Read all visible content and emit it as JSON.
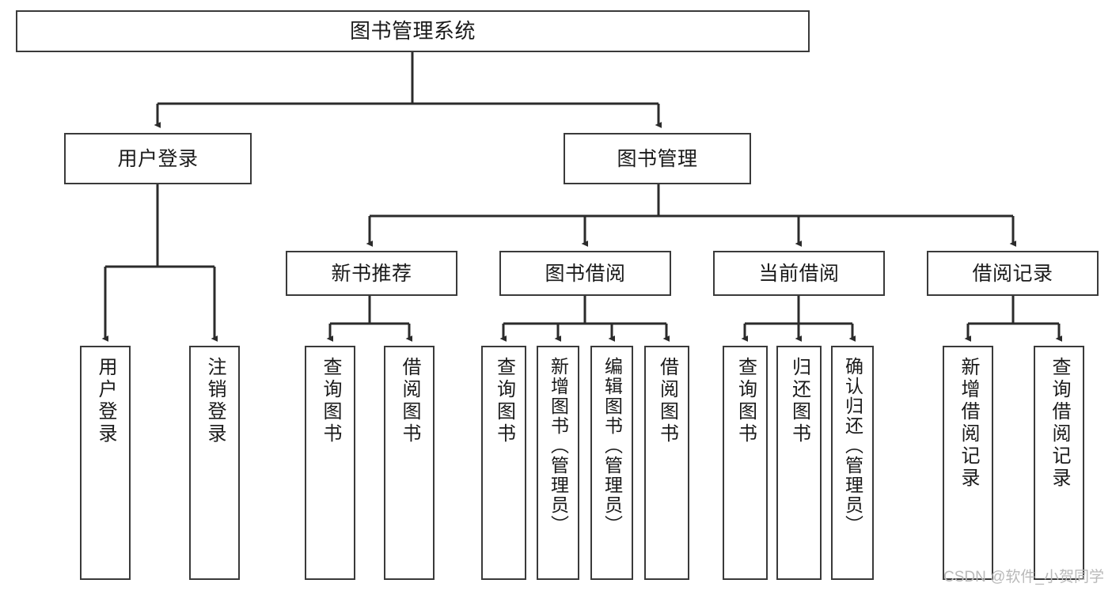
{
  "diagram": {
    "title": "图书管理系统",
    "type": "hierarchy-tree",
    "watermark": "CSDN @软件_小贺同学",
    "colors": {
      "box_border": "#3a3a3a",
      "box_fill": "#ffffff",
      "text": "#1a1a1a",
      "connector": "#2b2b2b",
      "watermark": "#b9b9b9"
    },
    "nodes": {
      "root": {
        "label": "图书管理系统"
      },
      "level2": [
        {
          "label": "用户登录"
        },
        {
          "label": "图书管理"
        }
      ],
      "level3": [
        {
          "label": "新书推荐"
        },
        {
          "label": "图书借阅"
        },
        {
          "label": "当前借阅"
        },
        {
          "label": "借阅记录"
        }
      ],
      "leaves": {
        "user_login": [
          {
            "label": "用户登录"
          },
          {
            "label": "注销登录"
          }
        ],
        "new_book_recommend": [
          {
            "label": "查询图书"
          },
          {
            "label": "借阅图书"
          }
        ],
        "book_borrow": [
          {
            "label": "查询图书"
          },
          {
            "label": "新增图书（管理员）"
          },
          {
            "label": "编辑图书（管理员）"
          },
          {
            "label": "借阅图书"
          }
        ],
        "current_borrow": [
          {
            "label": "查询图书"
          },
          {
            "label": "归还图书"
          },
          {
            "label": "确认归还（管理员）"
          }
        ],
        "borrow_record": [
          {
            "label": "新增借阅记录"
          },
          {
            "label": "查询借阅记录"
          }
        ]
      }
    }
  }
}
